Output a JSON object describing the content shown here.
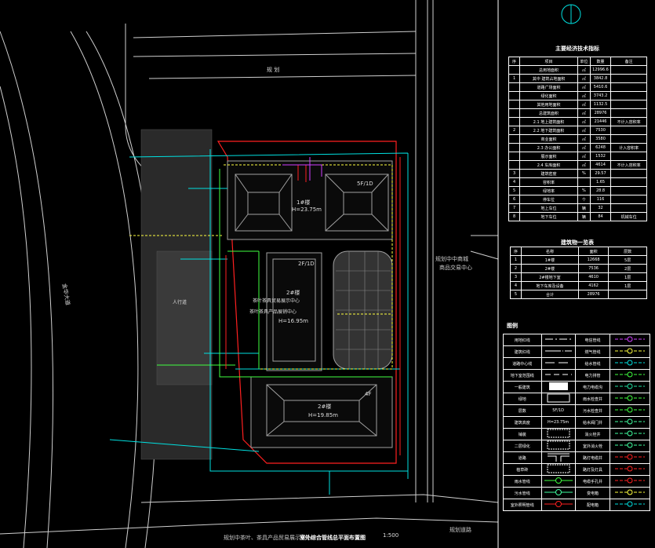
{
  "colors": {
    "background": "#000000",
    "building": "#a0a0a0",
    "site_boundary": "#ff2020",
    "water": "#00e0e0",
    "gas": "#ffff40",
    "power": "#40ff40",
    "telecom": "#d040ff"
  },
  "north_arrow": "north-arrow",
  "buildings": [
    {
      "name": "1#楼",
      "height": "H=23.75m",
      "floors": "5F/1D"
    },
    {
      "name": "2#楼",
      "height": "H=16.95m",
      "floors": "2F/1D",
      "note1": "茶叶茶具贸易展示中心",
      "note2": "茶叶茶具产品展销中心"
    },
    {
      "name": "2#楼",
      "height": "H=19.85m",
      "floors": "4F"
    }
  ],
  "labels": {
    "neighbor_right": "规划中中商城",
    "neighbor_right2": "商品交易中心",
    "neighbor_bottom": "规划中茶叶、茶具产品贸易展示中心",
    "drawing_title": "室外综合管线总平面布置图",
    "scale": "1:500",
    "planned_road": "规划道路",
    "road_left": "金华大道",
    "road_top": "规 划",
    "ped": "人行道"
  },
  "table1": {
    "title": "主要经济技术指标",
    "header": [
      "序",
      "项目",
      "单位",
      "数量",
      "备注"
    ],
    "rows": [
      [
        "",
        "总用地面积",
        "㎡",
        "12996.6",
        ""
      ],
      [
        "1",
        "其中 建筑占地面积",
        "㎡",
        "3842.8",
        ""
      ],
      [
        "",
        "道路广场面积",
        "㎡",
        "5410.6",
        ""
      ],
      [
        "",
        "绿化面积",
        "㎡",
        "3743.2",
        ""
      ],
      [
        "",
        "其他用地面积",
        "㎡",
        "1132.5",
        ""
      ],
      [
        "",
        "总建筑面积",
        "㎡",
        "28976",
        ""
      ],
      [
        "",
        "2.1 地上建筑面积",
        "㎡",
        "21446",
        "不计入容积率"
      ],
      [
        "2",
        "2.2 地下建筑面积",
        "㎡",
        "7530",
        ""
      ],
      [
        "",
        "商业面积",
        "㎡",
        "3580",
        ""
      ],
      [
        "",
        "2.3 办公面积",
        "㎡",
        "6248",
        "计入容积率"
      ],
      [
        "",
        "展示面积",
        "㎡",
        "1532",
        ""
      ],
      [
        "",
        "2.4 车库面积",
        "㎡",
        "4614",
        "不计入容积率"
      ],
      [
        "3",
        "建筑密度",
        "%",
        "29.57",
        ""
      ],
      [
        "4",
        "容积率",
        "",
        "1.65",
        ""
      ],
      [
        "5",
        "绿地率",
        "%",
        "28.8",
        ""
      ],
      [
        "6",
        "停车位",
        "个",
        "116",
        ""
      ],
      [
        "7",
        "地上车位",
        "辆",
        "32",
        ""
      ],
      [
        "8",
        "地下车位",
        "辆",
        "84",
        "机械车位"
      ]
    ]
  },
  "table2": {
    "title": "建筑物一览表",
    "header": [
      "序",
      "名称",
      "面积",
      "层数"
    ],
    "rows": [
      [
        "1",
        "1#楼",
        "12668",
        "5层"
      ],
      [
        "2",
        "2#楼",
        "7536",
        "2层"
      ],
      [
        "3",
        "2#楼地下室",
        "4610",
        "1层"
      ],
      [
        "4",
        "地下车库及设备",
        "4162",
        "1层"
      ],
      [
        "5",
        "合计",
        "28976",
        ""
      ]
    ]
  },
  "legend": {
    "title": "图例",
    "items": [
      {
        "l": "用地红线",
        "s": "dashdot",
        "r": "电信管线",
        "c": "#d040ff"
      },
      {
        "l": "建筑红线",
        "s": "dashdots",
        "r": "燃气管线",
        "c": "#ffff40"
      },
      {
        "l": "道路中心线",
        "s": "longdash",
        "r": "给水管线",
        "c": "#00e0e0"
      },
      {
        "l": "地下室范围线",
        "s": "dash",
        "r": "电力排管",
        "c": "#40ff40"
      },
      {
        "l": "一般建筑",
        "s": "solidbox",
        "r": "电力电缆沟",
        "c": "#20e0a0"
      },
      {
        "l": "绿地",
        "s": "dotbox",
        "r": "雨水检查井",
        "c": "#40ff40"
      },
      {
        "l": "层数",
        "s": "5F/1D",
        "r": "污水检查井",
        "c": "#40ff40"
      },
      {
        "l": "建筑高度",
        "s": "H=23.75m",
        "r": "给水阀门井",
        "c": "#40ffa0"
      },
      {
        "l": "铺装",
        "s": "zig",
        "r": "消火栓井",
        "c": "#40ffa0"
      },
      {
        "l": "二层绿化",
        "s": "hatch",
        "r": "室外消火栓",
        "c": "#40ffa0"
      },
      {
        "l": "道路",
        "s": "road",
        "r": "路灯电缆井",
        "c": "#ff2020"
      },
      {
        "l": "植草砖",
        "s": "grid",
        "r": "路灯及灯具",
        "c": "#ff2020"
      },
      {
        "l": "雨水管线",
        "s": "pipe",
        "r": "电缆手孔井",
        "c": "#ff2020"
      },
      {
        "l": "污水管线",
        "s": "pipe",
        "r": "变电箱",
        "c": "#ffff40"
      },
      {
        "l": "室外照明管线",
        "s": "pipe",
        "r": "配电箱",
        "c": "#00e0e0"
      }
    ],
    "left_pipe_colors": [
      "",
      "",
      "",
      "",
      "",
      "",
      "",
      "",
      "",
      "",
      "",
      "",
      "#40ff40",
      "#40ffa0",
      "#ff2020"
    ]
  }
}
